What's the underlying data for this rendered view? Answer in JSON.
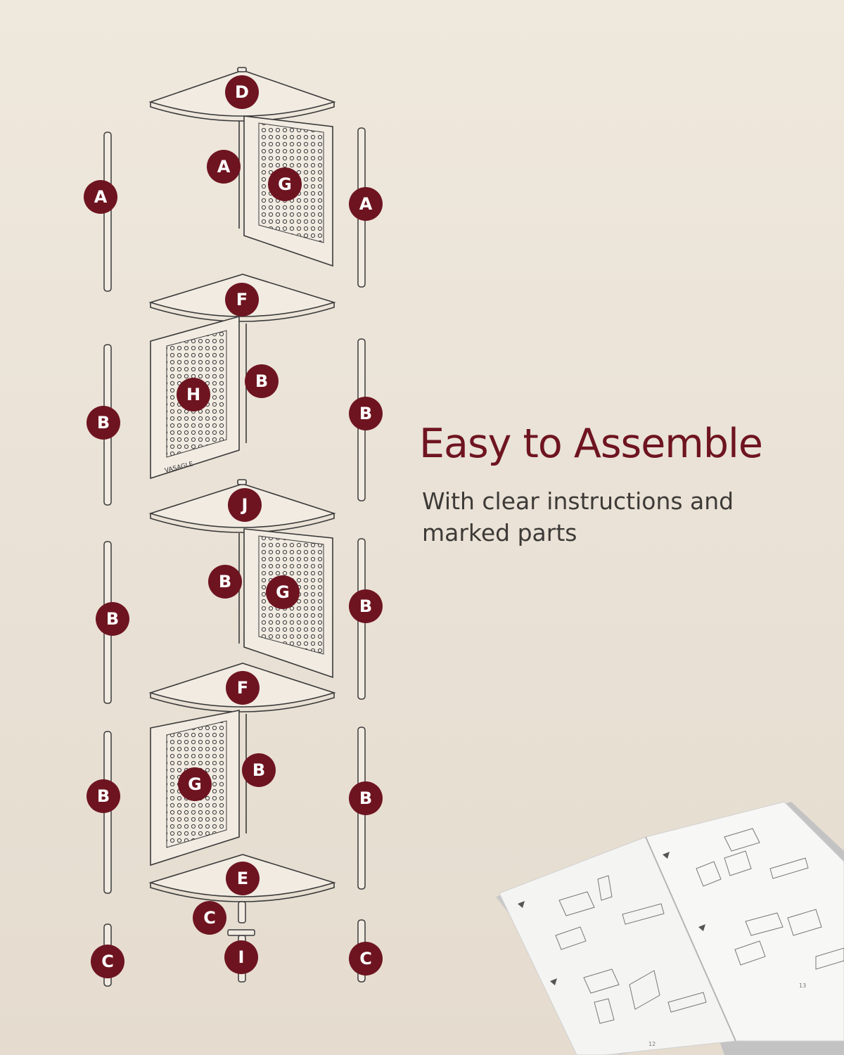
{
  "heading": {
    "title": "Easy to Assemble",
    "subtitle": "With clear instructions and marked parts"
  },
  "colors": {
    "background": "#ebe3d8",
    "accent": "#6e1420",
    "badge": "#6e1420",
    "text": "#3d3a37",
    "line": "#3a3a3a"
  },
  "brand": "VASAGLE",
  "parts": {
    "D": "D",
    "A_center": "A",
    "G_top": "G",
    "A_left": "A",
    "A_right": "A",
    "F_upper": "F",
    "H": "H",
    "B_center_1": "B",
    "B_left_1": "B",
    "B_right_1": "B",
    "J": "J",
    "B_center_2": "B",
    "G_middle": "G",
    "B_left_2": "B",
    "B_right_2": "B",
    "F_lower": "F",
    "G_bottom": "G",
    "B_center_3": "B",
    "B_left_3": "B",
    "B_right_3": "B",
    "E": "E",
    "C_center": "C",
    "I": "I",
    "C_left": "C",
    "C_right": "C"
  },
  "manual": {
    "left_page_number": "12",
    "right_page_number": "13"
  }
}
